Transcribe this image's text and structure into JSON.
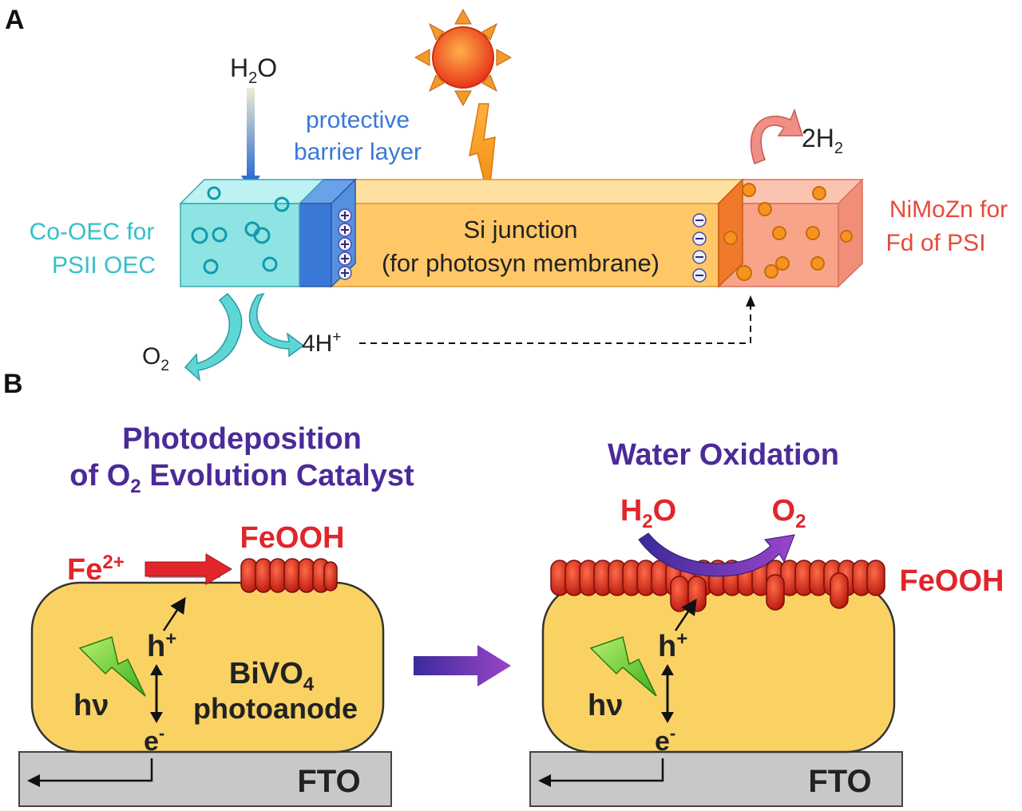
{
  "panel_a": {
    "letter": "A",
    "water_input": {
      "base": "H",
      "sub": "2",
      "tail": "O"
    },
    "barrier_label": [
      "protective",
      "barrier layer"
    ],
    "oec_label": [
      "Co-OEC for",
      "PSII OEC"
    ],
    "junction_label": [
      "Si junction",
      "(for photosyn membrane)"
    ],
    "cathode_label": [
      "NiMoZn for",
      "Fd of PSI"
    ],
    "h2_output": {
      "base": "2H",
      "sub": "2"
    },
    "o2_output": {
      "base": "O",
      "sub": "2"
    },
    "protons": {
      "base": "4H",
      "sup": "+"
    }
  },
  "panel_b": {
    "letter": "B",
    "left_title": {
      "line1": "Photodeposition",
      "line2_pre": "of O",
      "line2_sub": "2",
      "line2_post": " Evolution Catalyst"
    },
    "right_title": "Water Oxidation",
    "fe_ion": {
      "base": "Fe",
      "sup": "2+"
    },
    "feooh_left": "FeOOH",
    "feooh_right": "FeOOH",
    "h2o": {
      "base": "H",
      "sub": "2",
      "tail": "O"
    },
    "o2": {
      "base": "O",
      "sub": "2"
    },
    "hole": {
      "base": "h",
      "sup": "+"
    },
    "electron": {
      "base": "e",
      "sup": "-"
    },
    "photon": "hν",
    "bivo4": {
      "base": "BiVO",
      "sub": "4"
    },
    "photoanode": "photoanode",
    "fto": "FTO"
  },
  "colors": {
    "cyan_block": "#8ee3e3",
    "barrier_blue": "#3a78d8",
    "junction_orange": "#ffc766",
    "cathode_pink": "#f8a488",
    "title_purple": "#4b2a99",
    "feooh_red": "#e0252b",
    "particle_red": "#d42a1c",
    "bivo4_yellow": "#fad264",
    "fto_gray": "#c8c8c8",
    "cyan_text": "#35c0c8",
    "barrier_text": "#3a78d8",
    "cathode_text": "#e84a3a"
  }
}
